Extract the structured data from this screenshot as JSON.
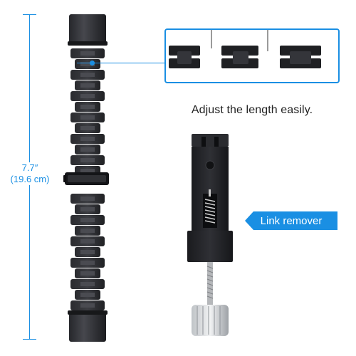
{
  "colors": {
    "accent": "#1a8fe3",
    "metal": "#1e1f22"
  },
  "dimension": {
    "inches": "7.7″",
    "cm": "(19.6 cm)"
  },
  "callout": {
    "caption": "Adjust the length easily."
  },
  "tool": {
    "label": "Link remover"
  }
}
